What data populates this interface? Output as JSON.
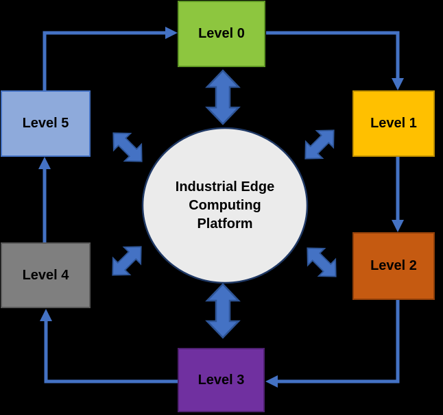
{
  "diagram": {
    "center": {
      "label": "Industrial Edge Computing Platform",
      "lines": [
        "Industrial Edge",
        "Computing",
        "Platform"
      ]
    },
    "nodes": [
      {
        "id": "level-0",
        "label": "Level 0",
        "fill": "#8DC63F",
        "border": "#5E9624",
        "position": "top-center"
      },
      {
        "id": "level-1",
        "label": "Level 1",
        "fill": "#FFC000",
        "border": "#BF8F00",
        "position": "right-top"
      },
      {
        "id": "level-2",
        "label": "Level 2",
        "fill": "#C55A11",
        "border": "#8F3F0A",
        "position": "right-bottom"
      },
      {
        "id": "level-3",
        "label": "Level 3",
        "fill": "#7030A0",
        "border": "#4E2070",
        "position": "bottom-center"
      },
      {
        "id": "level-4",
        "label": "Level 4",
        "fill": "#7F7F7F",
        "border": "#595959",
        "position": "left-bottom"
      },
      {
        "id": "level-5",
        "label": "Level 5",
        "fill": "#8EAADB",
        "border": "#4472C4",
        "position": "left-top"
      }
    ],
    "edges": {
      "outer_cycle": [
        "Level 0 → Level 1",
        "Level 1 → Level 2",
        "Level 2 → Level 3",
        "Level 3 → Level 4",
        "Level 4 → Level 5",
        "Level 5 → Level 0"
      ],
      "center_links": [
        "Platform ↔ Level 0",
        "Platform ↔ Level 1",
        "Platform ↔ Level 2",
        "Platform ↔ Level 3",
        "Platform ↔ Level 4",
        "Platform ↔ Level 5"
      ]
    },
    "colors": {
      "background": "#000000",
      "arrow": "#4472C4",
      "arrow_outline": "#2E5597",
      "circle_fill": "#EBEBEB",
      "circle_border": "#1F3864",
      "text": "#000000"
    }
  }
}
